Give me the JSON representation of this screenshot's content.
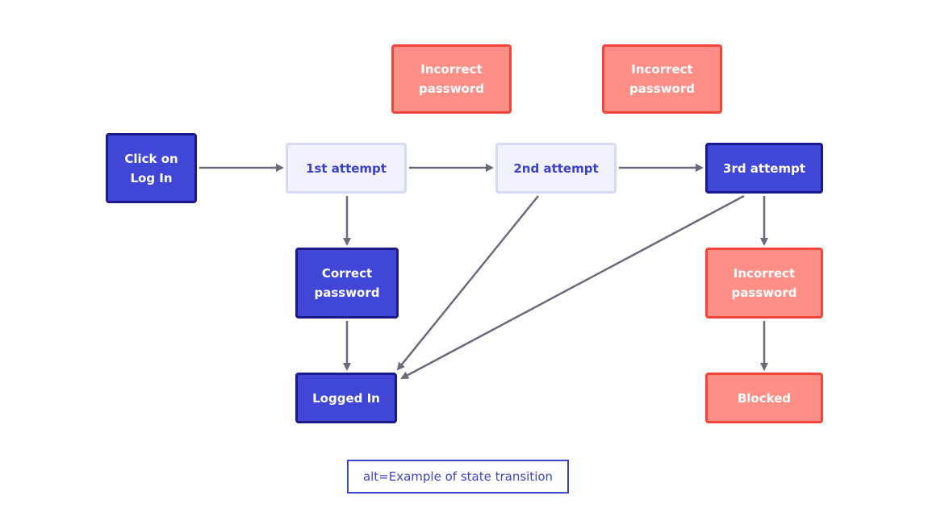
{
  "colors": {
    "blue_fill": "#4046d6",
    "blue_border": "#1b1a8c",
    "light_fill": "#f1f2fd",
    "light_border": "#d7daf5",
    "light_text": "#3a40c9",
    "red_fill": "#ff8f86",
    "red_border": "#f4453d",
    "arrow": "#6b6a7d"
  },
  "nodes": {
    "click_login": "Click on\nLog In",
    "attempt_1": "1st attempt",
    "attempt_2": "2nd attempt",
    "attempt_3": "3rd attempt",
    "incorrect_1": "Incorrect\npassword",
    "incorrect_2": "Incorrect\npassword",
    "incorrect_3": "Incorrect\npassword",
    "correct": "Correct\npassword",
    "logged_in": "Logged In",
    "blocked": "Blocked"
  },
  "caption": "alt=Example of state transition"
}
